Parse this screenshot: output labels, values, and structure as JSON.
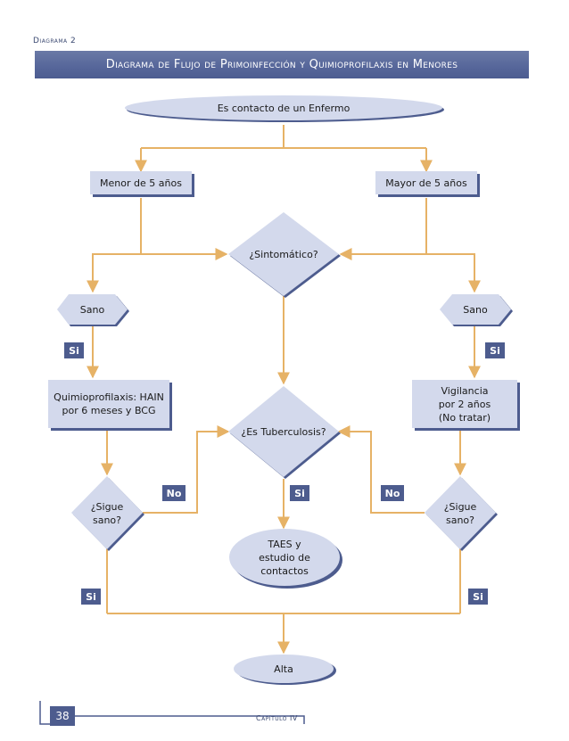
{
  "header": {
    "kicker": "Diagrama 2",
    "title": "Diagrama de Flujo de Primoinfección y Quimioprofilaxis en Menores"
  },
  "nodes": {
    "start": "Es contacto de un Enfermo",
    "under5": "Menor de 5 años",
    "over5": "Mayor de 5 años",
    "symptomatic": "¿Sintomático?",
    "healthy_left": "Sano",
    "healthy_right": "Sano",
    "chemo": "Quimioprofilaxis: HAIN\npor 6 meses y BCG",
    "surveillance": "Vigilancia\npor 2 años\n(No tratar)",
    "is_tb": "¿Es Tuberculosis?",
    "still_healthy_left": "¿Sigue\nsano?",
    "still_healthy_right": "¿Sigue\nsano?",
    "taes": "TAES y\nestudio de\ncontactos",
    "discharge": "Alta"
  },
  "tags": {
    "yes_left_top": "Si",
    "yes_right_top": "Si",
    "no_left": "No",
    "yes_center": "Si",
    "no_right": "No",
    "yes_left_bottom": "Si",
    "yes_right_bottom": "Si"
  },
  "footer": {
    "page_number": "38",
    "chapter": "Capítulo IV"
  },
  "colors": {
    "shape_fill": "#d3d9ec",
    "shape_shadow": "#4d5c8e",
    "connector": "#e6b266",
    "tag_fill": "#4d5c8e",
    "banner": "#56669a"
  }
}
